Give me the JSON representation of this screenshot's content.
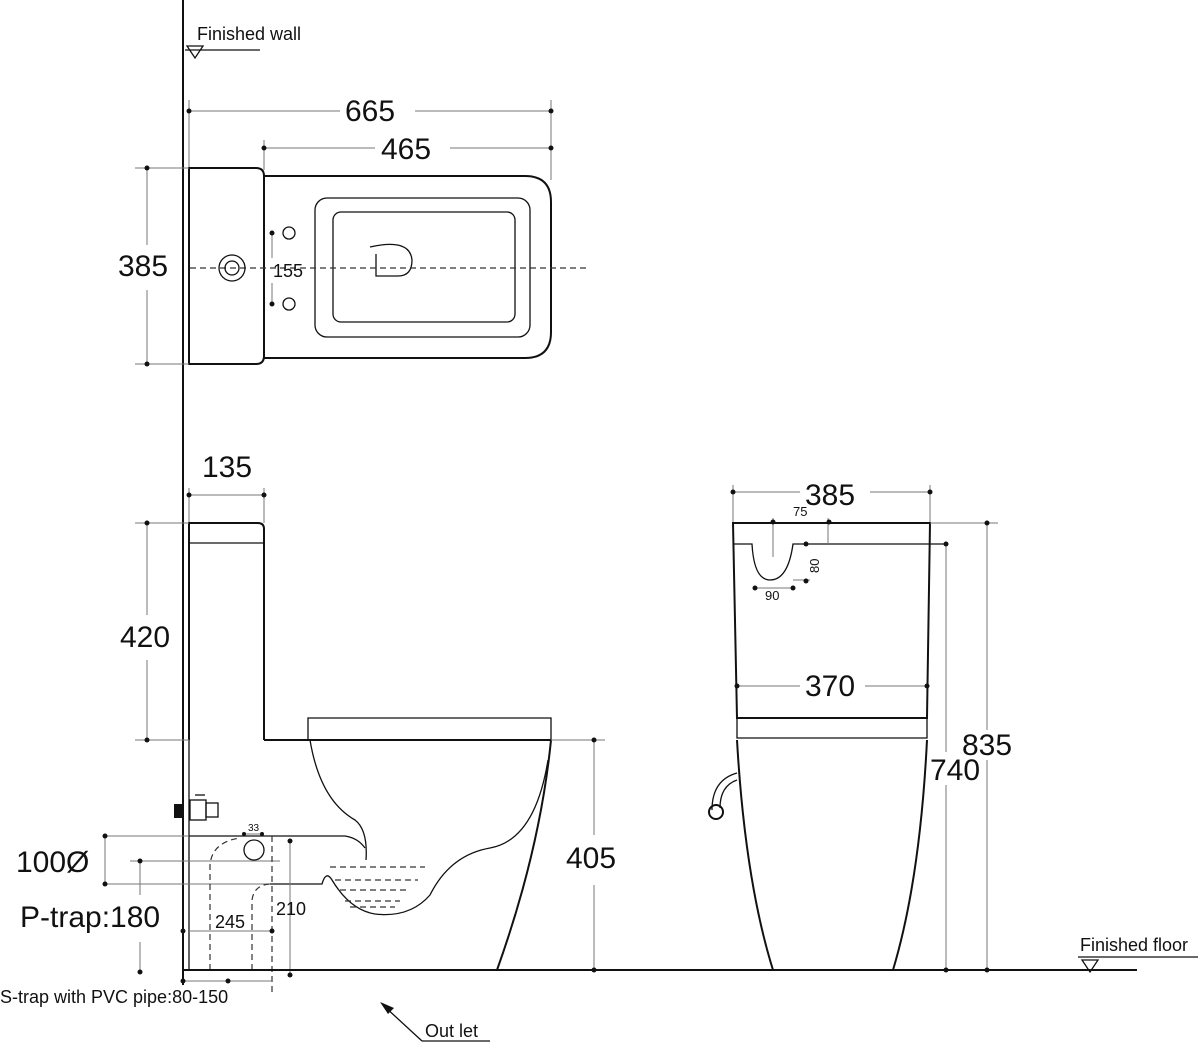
{
  "labels": {
    "finished_wall": "Finished wall",
    "finished_floor": "Finished floor",
    "outlet": "Out let",
    "s_trap": "S-trap with PVC pipe:80-150",
    "p_trap": "P-trap:180",
    "pipe_diameter": "100Ø"
  },
  "top_view": {
    "overall_length": "665",
    "bowl_length": "465",
    "width": "385",
    "hole_spacing": "155"
  },
  "side_view": {
    "tank_depth": "135",
    "tank_height": "420",
    "seat_height": "405",
    "outlet_offset": "245",
    "outlet_height": "210",
    "small_dim": "33"
  },
  "front_view": {
    "tank_width": "385",
    "cutout_offset": "75",
    "cutout_depth": "80",
    "cutout_width": "90",
    "body_width": "370",
    "total_height": "835",
    "lid_height": "740"
  }
}
